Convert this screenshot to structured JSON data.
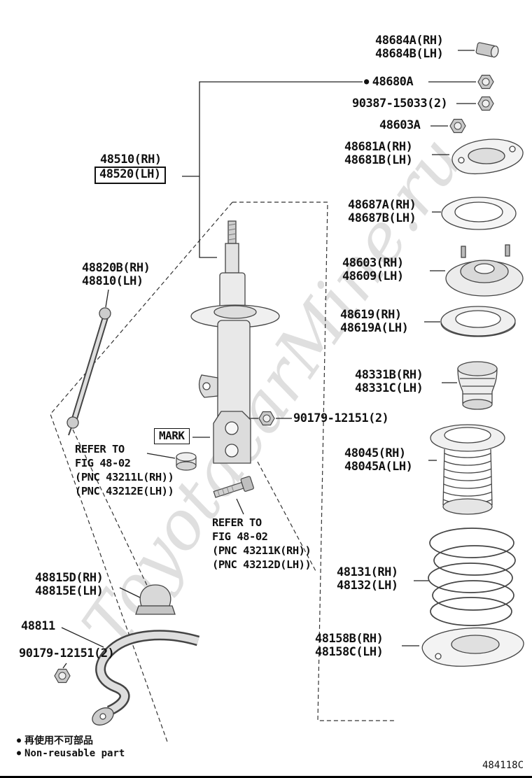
{
  "watermark": "ToyotacarMine.ru",
  "misc": {
    "bullet": "●"
  },
  "labels": {
    "p48684": {
      "line1": "48684A(RH)",
      "line2": "48684B(LH)"
    },
    "p48680": {
      "line1": "48680A"
    },
    "p90387": {
      "line1": "90387-15033(2)"
    },
    "p48603a": {
      "line1": "48603A"
    },
    "p48681": {
      "line1": "48681A(RH)",
      "line2": "48681B(LH)"
    },
    "p48687": {
      "line1": "48687A(RH)",
      "line2": "48687B(LH)"
    },
    "p48603": {
      "line1": "48603(RH)",
      "line2": "48609(LH)"
    },
    "p48619": {
      "line1": "48619(RH)",
      "line2": "48619A(LH)"
    },
    "p48331": {
      "line1": "48331B(RH)",
      "line2": "48331C(LH)"
    },
    "p48045": {
      "line1": "48045(RH)",
      "line2": "48045A(LH)"
    },
    "p48131": {
      "line1": "48131(RH)",
      "line2": "48132(LH)"
    },
    "p48158": {
      "line1": "48158B(RH)",
      "line2": "48158C(LH)"
    },
    "p48510": {
      "line1": "48510(RH)",
      "line2": "48520(LH)"
    },
    "p48820": {
      "line1": "48820B(RH)",
      "line2": "48810(LH)"
    },
    "mark": {
      "line1": "MARK"
    },
    "p90179a": {
      "line1": "90179-12151(2)"
    },
    "refer1": {
      "line1": "REFER TO",
      "line2": "FIG 48-02",
      "line3": "(PNC 43211L(RH))",
      "line4": "(PNC 43212E(LH))"
    },
    "refer2": {
      "line1": "REFER TO",
      "line2": "FIG 48-02",
      "line3": "(PNC 43211K(RH))",
      "line4": "(PNC 43212D(LH))"
    },
    "p48815": {
      "line1": "48815D(RH)",
      "line2": "48815E(LH)"
    },
    "p48811": {
      "line1": "48811"
    },
    "p90179b": {
      "line1": "90179-12151(2)"
    }
  },
  "footer": {
    "legend_jp": "再使用不可部品",
    "legend_en": "Non-reusable part",
    "diagram_code": "484118C"
  }
}
